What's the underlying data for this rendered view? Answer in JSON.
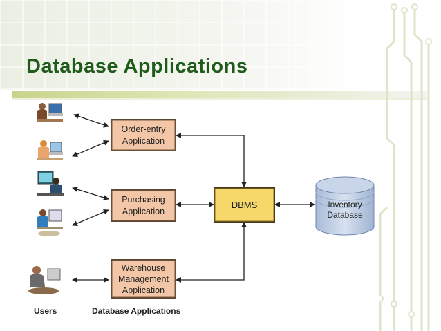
{
  "slide": {
    "title": "Database Applications"
  },
  "diagram": {
    "applications": [
      {
        "lines": [
          "Order-entry",
          "Application"
        ]
      },
      {
        "lines": [
          "Purchasing",
          "Application"
        ]
      },
      {
        "lines": [
          "Warehouse",
          "Management",
          "Application"
        ]
      }
    ],
    "dbms_label": "DBMS",
    "database": {
      "lines": [
        "Inventory",
        "Database"
      ]
    },
    "caption_users": "Users",
    "caption_applications": "Database Applications",
    "colors": {
      "app_box_fill": "#f2c6a6",
      "dbms_fill": "#f5d76a",
      "database_fill": "#b8c9e2",
      "title_color": "#1f5b1b"
    },
    "user_icons": [
      "user-at-computer-icon",
      "user-at-computer-icon",
      "user-at-computer-icon",
      "user-at-computer-icon",
      "user-at-computer-icon"
    ]
  }
}
